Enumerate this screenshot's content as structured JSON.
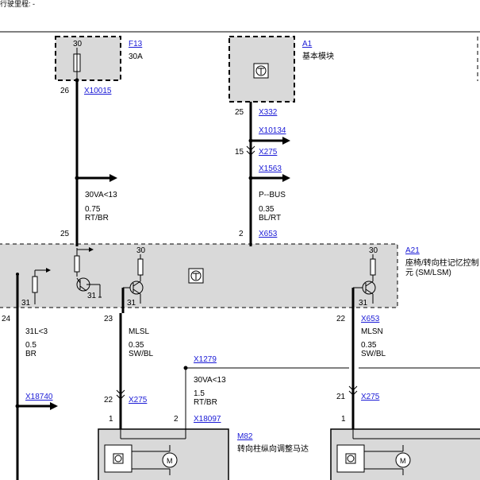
{
  "header": {
    "mileage": "行驶里程: -"
  },
  "colors": {
    "link": "#1a1ad6",
    "module_fill": "#d9d9d9"
  },
  "fuse": {
    "pin_top": "30",
    "pin_bottom": "26",
    "name": "F13",
    "rating": "30A",
    "connector": "X10015"
  },
  "basic_module": {
    "name": "A1",
    "desc": "基本模块",
    "pin": "25",
    "connector": "X332"
  },
  "branch": {
    "x10134": "X10134",
    "pin15": "15",
    "x275a": "X275",
    "x1563": "X1563"
  },
  "wire_left": {
    "signal": "30VA<13",
    "gauge": "0.75",
    "color": "RT/BR"
  },
  "wire_mid": {
    "signal": "P--BUS",
    "gauge": "0.35",
    "color": "BL/RT"
  },
  "seat_module": {
    "name": "A21",
    "desc1": "座椅/转向柱记忆控制",
    "desc2": "元 (SM/LSM)",
    "pin_in_left": "25",
    "pin_in_mid": "2",
    "connector_top": "X653",
    "pin30_a": "30",
    "pin30_b": "30",
    "pin31_a": "31",
    "pin31_b": "31",
    "pin31_c": "31",
    "pin31_d": "31",
    "pin24": "24",
    "pin23": "23",
    "pin22": "22",
    "connector_bottom": "X653"
  },
  "wire_24": {
    "signal": "31L<3",
    "gauge": "0.5",
    "color": "BR",
    "connector": "X18740"
  },
  "wire_23": {
    "signal": "MLSL",
    "gauge": "0.35",
    "color": "SW/BL",
    "pin": "22",
    "connector": "X275"
  },
  "wire_22": {
    "signal": "MLSN",
    "gauge": "0.35",
    "color": "SW/BL",
    "pin": "21",
    "connector": "X275"
  },
  "feed": {
    "connector": "X1279",
    "signal": "30VA<13",
    "gauge": "1.5",
    "color": "RT/BR",
    "pin": "2",
    "connector_motor": "X18097"
  },
  "motor": {
    "name": "M82",
    "desc": "转向柱纵向调整马达",
    "pin1": "1",
    "pin1b": "1"
  },
  "icons": {
    "motor": "motor-icon",
    "transistor": "transistor-icon",
    "fuse": "fuse-icon",
    "control_unit": "control-unit-icon"
  }
}
